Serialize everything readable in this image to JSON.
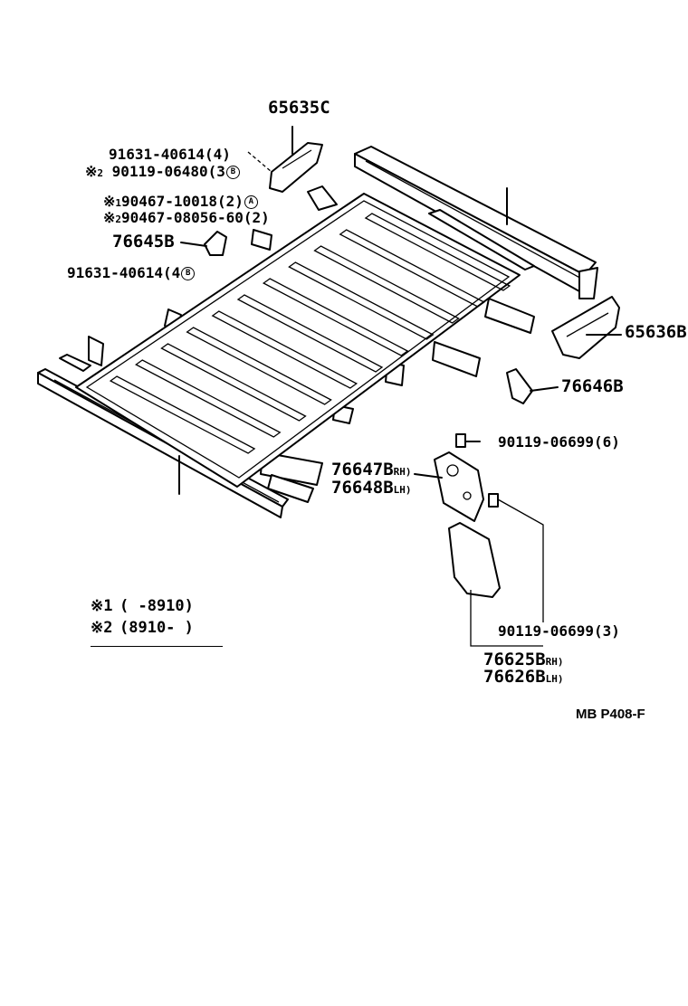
{
  "parts": {
    "p65635c": "65635C",
    "p91631_top": "91631-40614(4)",
    "p90119_06480": "90119-06480(3",
    "p90467_10018": "90467-10018(2)",
    "p90467_08056": "90467-08056-60(2)",
    "p76645b": "76645B",
    "p91631_mid": "91631-40614(4",
    "p65636": "65636B",
    "p76646b": "76646B",
    "p90119_06699_6": "90119-06699(6)",
    "p76647b": "76647B",
    "p76648b": "76648B",
    "p90119_06699_3": "90119-06699(3)",
    "p76625b": "76625B",
    "p76626b": "76626B"
  },
  "suffixes": {
    "rh": "RH)",
    "lh": "LH)",
    "rh2": "RH)",
    "lh2": "LH)"
  },
  "marks": {
    "star": "※",
    "one": "1",
    "two": "2",
    "circled_b": "B",
    "circled_a": "A"
  },
  "legend": {
    "row1_mark": "※1",
    "row1_text": "(     -8910)",
    "row2_mark": "※2",
    "row2_text": "(8910-     )"
  },
  "diagram_ref": "MB P408-F"
}
